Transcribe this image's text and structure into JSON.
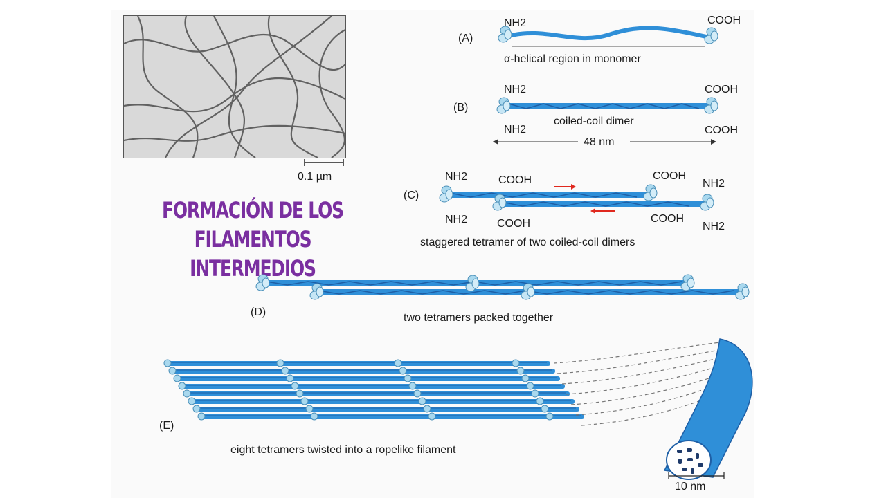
{
  "title": {
    "line1": "FORMACIÓN DE LOS",
    "line2": "FILAMENTOS INTERMEDIOS"
  },
  "micrograph": {
    "scale_label": "0.1 µm"
  },
  "panels": {
    "A": {
      "tag": "(A)",
      "nh2": "NH2",
      "cooh": "COOH",
      "caption": "α-helical region in monomer"
    },
    "B": {
      "tag": "(B)",
      "nh2_top": "NH2",
      "nh2_bottom": "NH2",
      "cooh_top": "COOH",
      "cooh_bottom": "COOH",
      "caption": "coiled-coil dimer",
      "length": "48 nm"
    },
    "C": {
      "tag": "(C)",
      "nh2_left_top": "NH2",
      "nh2_left_bottom": "NH2",
      "cooh_mid_top": "COOH",
      "cooh_mid_bottom": "COOH",
      "cooh_right_top": "COOH",
      "cooh_right_bottom": "COOH",
      "nh2_right_top": "NH2",
      "nh2_right_bottom": "NH2",
      "caption": "staggered tetramer of two coiled-coil dimers"
    },
    "D": {
      "tag": "(D)",
      "caption": "two tetramers packed together"
    },
    "E": {
      "tag": "(E)",
      "caption": "eight tetramers twisted into a ropelike filament",
      "diameter": "10 nm"
    }
  },
  "colors": {
    "filament": "#2f8fd8",
    "filament_dark": "#1e5fa6",
    "head": "#a9d8ee",
    "arrow": "#e0281e",
    "title": "#7a2fa0"
  }
}
